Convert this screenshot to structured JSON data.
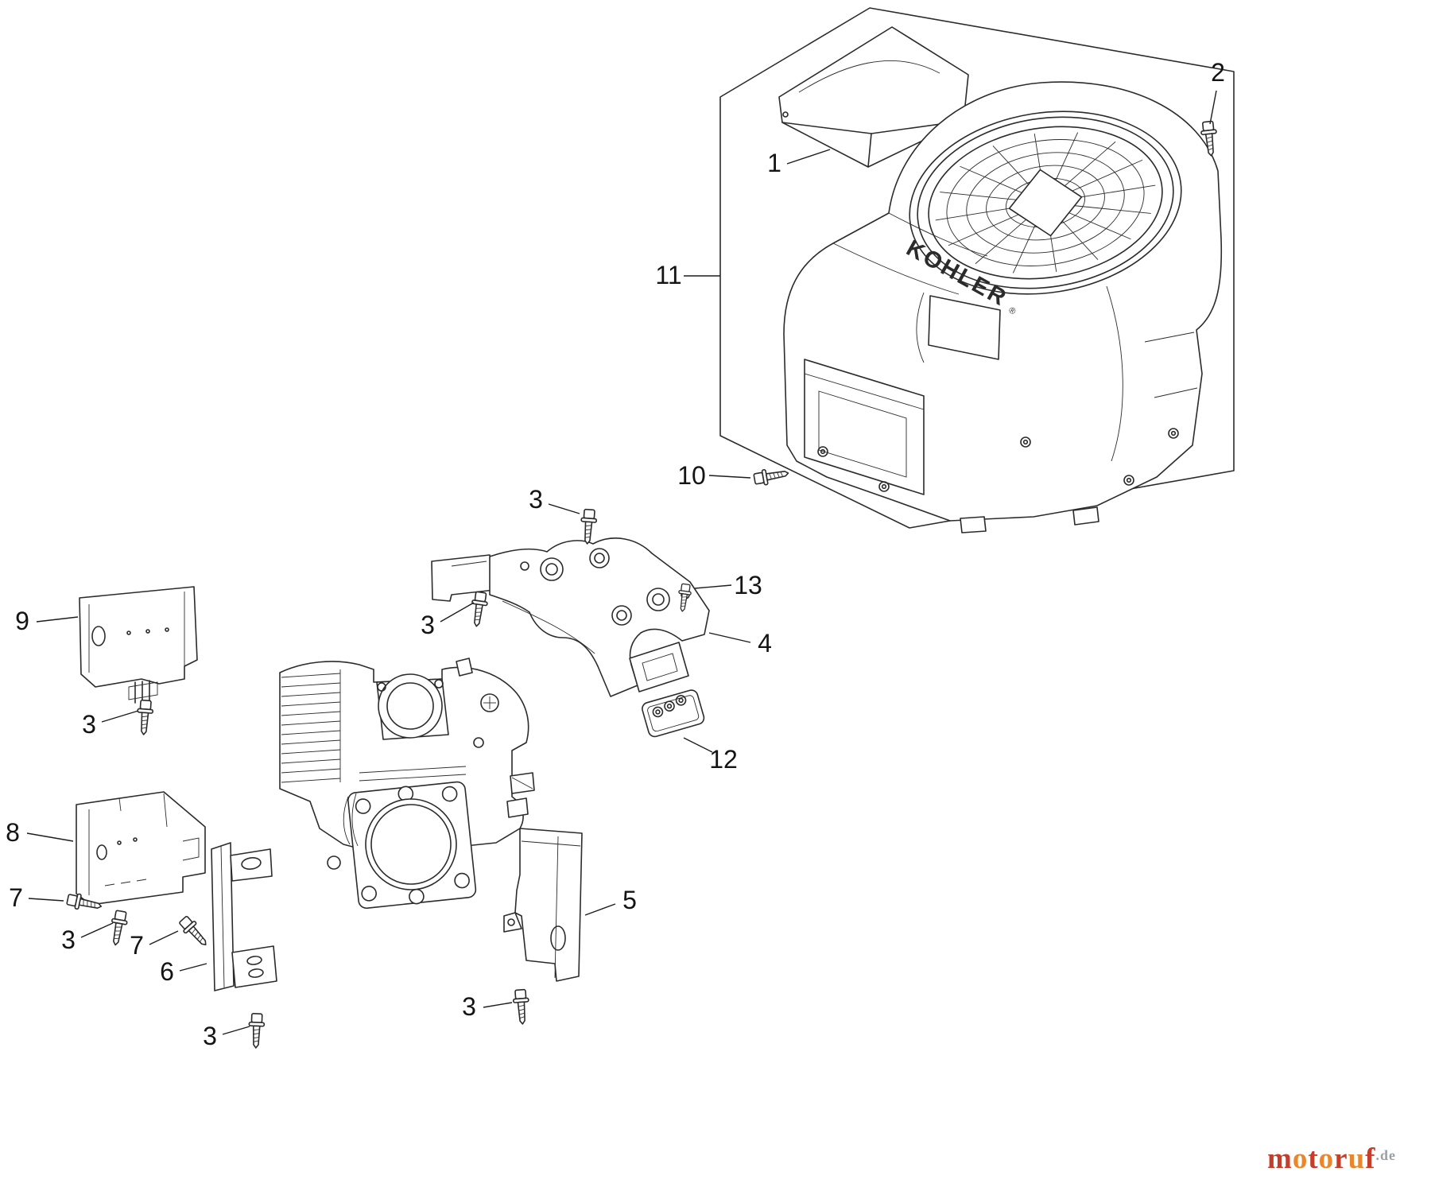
{
  "callouts": {
    "c1": "1",
    "c2": "2",
    "c3": "3",
    "c4": "4",
    "c5": "5",
    "c6": "6",
    "c7": "7",
    "c8": "8",
    "c9": "9",
    "c10": "10",
    "c11": "11",
    "c12": "12",
    "c13": "13"
  },
  "housing": {
    "brand": "KOHLER",
    "brand_reg": "®"
  },
  "diagram": {
    "ink_color": "#2b2b2b",
    "background": "#ffffff"
  },
  "watermark": {
    "letters": [
      {
        "ch": "m",
        "color": "#c43e2a"
      },
      {
        "ch": "o",
        "color": "#e8872b"
      },
      {
        "ch": "t",
        "color": "#c43e2a"
      },
      {
        "ch": "o",
        "color": "#e8872b"
      },
      {
        "ch": "r",
        "color": "#c43e2a"
      },
      {
        "ch": "u",
        "color": "#e8872b"
      },
      {
        "ch": "f",
        "color": "#c43e2a"
      }
    ],
    "suffix": ".de",
    "suffix_color": "#9aa0a6"
  }
}
